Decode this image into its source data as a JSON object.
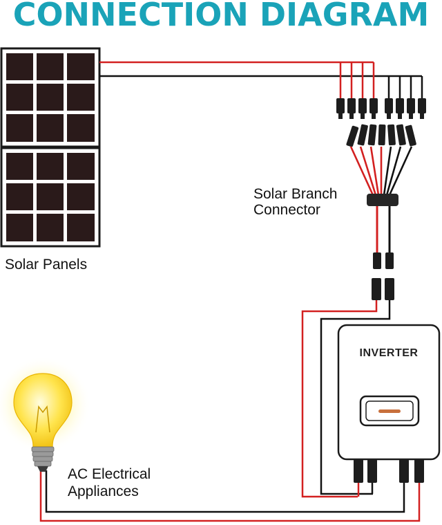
{
  "title": "CONNECTION DIAGRAM",
  "labels": {
    "solar_panels": "Solar Panels",
    "branch_connector_line1": "Solar Branch",
    "branch_connector_line2": "Connector",
    "inverter": "INVERTER",
    "ac_line1": "AC Electrical",
    "ac_line2": "Appliances"
  },
  "colors": {
    "title": "#1aa3b8",
    "positive_wire": "#d32020",
    "negative_wire": "#111111",
    "panel_cell": "#2a1a1a",
    "inverter_accent": "#c8703c",
    "bulb_glow": "#fff3a0"
  },
  "icons": {
    "panel": "solar-panel-icon",
    "connector": "mc4-connector-icon",
    "branch": "branch-connector-icon",
    "inverter": "inverter-icon",
    "bulb": "light-bulb-icon"
  }
}
